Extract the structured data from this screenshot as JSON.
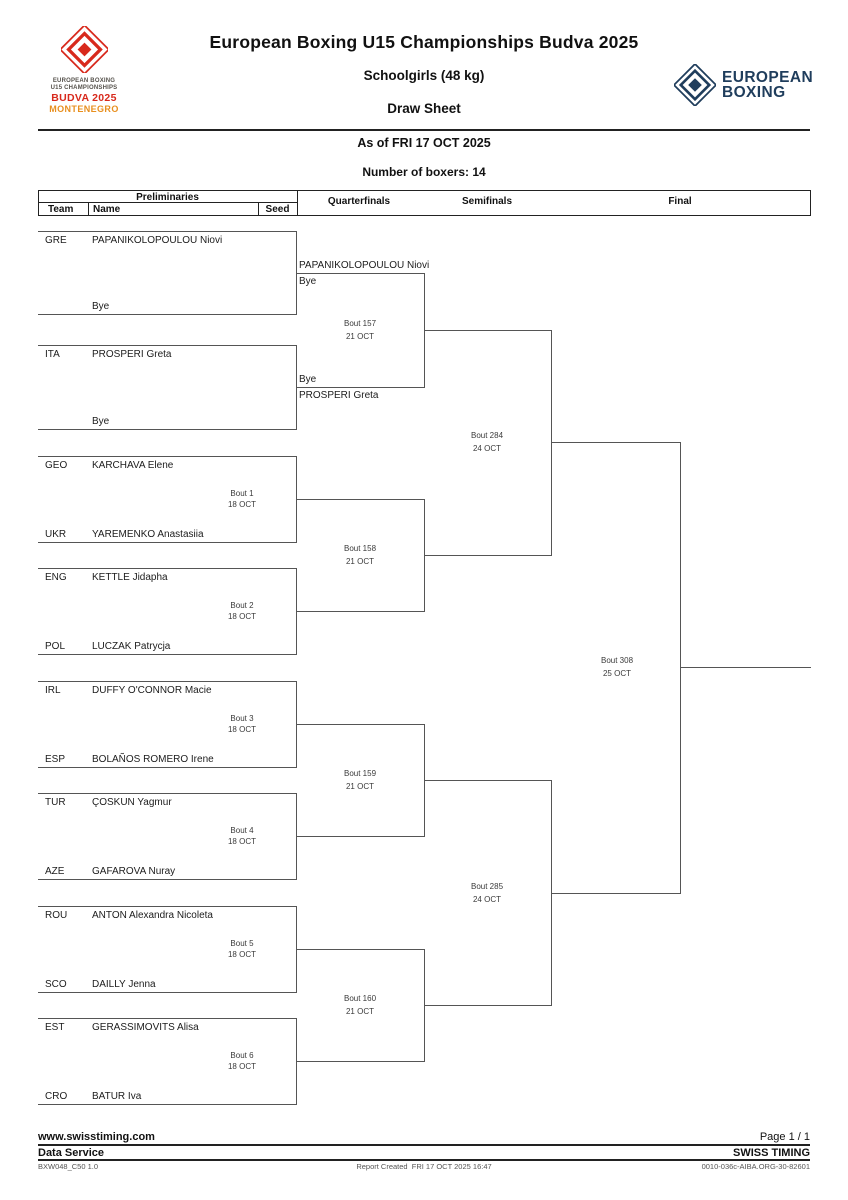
{
  "header": {
    "title": "European Boxing U15 Championships Budva 2025",
    "subtitle": "Schoolgirls (48 kg)",
    "sheet": "Draw Sheet",
    "as_of": "As of FRI 17 OCT 2025",
    "count": "Number of boxers: 14",
    "left_logo": {
      "lines": [
        "EUROPEAN BOXING",
        "U15 CHAMPIONSHIPS",
        "BUDVA 2025",
        "MONTENEGRO"
      ]
    },
    "right_logo": {
      "lines": [
        "EUROPEAN",
        "BOXING"
      ]
    }
  },
  "columns": {
    "preliminaries": "Preliminaries",
    "team": "Team",
    "name": "Name",
    "seed": "Seed",
    "quarterfinals": "Quarterfinals",
    "semifinals": "Semifinals",
    "final": "Final"
  },
  "bracket": {
    "prelim_pairs": [
      {
        "top_team": "GRE",
        "top_name": "PAPANIKOLOPOULOU Niovi",
        "bottom_team": "",
        "bottom_name": "Bye",
        "bout": "",
        "date": ""
      },
      {
        "top_team": "ITA",
        "top_name": "PROSPERI Greta",
        "bottom_team": "",
        "bottom_name": "Bye",
        "bout": "",
        "date": ""
      },
      {
        "top_team": "GEO",
        "top_name": "KARCHAVA Elene",
        "bottom_team": "UKR",
        "bottom_name": "YAREMENKO Anastasiia",
        "bout": "Bout 1",
        "date": "18 OCT"
      },
      {
        "top_team": "ENG",
        "top_name": "KETTLE Jidapha",
        "bottom_team": "POL",
        "bottom_name": "LUCZAK Patrycja",
        "bout": "Bout 2",
        "date": "18 OCT"
      },
      {
        "top_team": "IRL",
        "top_name": "DUFFY O'CONNOR Macie",
        "bottom_team": "ESP",
        "bottom_name": "BOLAÑOS ROMERO Irene",
        "bout": "Bout 3",
        "date": "18 OCT"
      },
      {
        "top_team": "TUR",
        "top_name": "ÇOSKUN Yagmur",
        "bottom_team": "AZE",
        "bottom_name": "GAFAROVA Nuray",
        "bout": "Bout 4",
        "date": "18 OCT"
      },
      {
        "top_team": "ROU",
        "top_name": "ANTON Alexandra Nicoleta",
        "bottom_team": "SCO",
        "bottom_name": "DAILLY Jenna",
        "bout": "Bout 5",
        "date": "18 OCT"
      },
      {
        "top_team": "EST",
        "top_name": "GERASSIMOVITS Alisa",
        "bottom_team": "CRO",
        "bottom_name": "BATUR Iva",
        "bout": "Bout 6",
        "date": "18 OCT"
      }
    ],
    "qf_slots": [
      {
        "above": "PAPANIKOLOPOULOU Niovi",
        "below": "Bye"
      },
      {
        "above": "Bye",
        "below": "PROSPERI Greta"
      },
      {
        "above": "",
        "below": ""
      },
      {
        "above": "",
        "below": ""
      },
      {
        "above": "",
        "below": ""
      },
      {
        "above": "",
        "below": ""
      },
      {
        "above": "",
        "below": ""
      },
      {
        "above": "",
        "below": ""
      }
    ],
    "qf_bouts": [
      {
        "bout": "Bout 157",
        "date": "21 OCT"
      },
      {
        "bout": "Bout 158",
        "date": "21 OCT"
      },
      {
        "bout": "Bout 159",
        "date": "21 OCT"
      },
      {
        "bout": "Bout 160",
        "date": "21 OCT"
      }
    ],
    "sf_bouts": [
      {
        "bout": "Bout 284",
        "date": "24 OCT"
      },
      {
        "bout": "Bout 285",
        "date": "24 OCT"
      }
    ],
    "final_bout": {
      "bout": "Bout 308",
      "date": "25 OCT"
    }
  },
  "footer": {
    "website": "www.swisstiming.com",
    "page": "Page 1 / 1",
    "service": "Data Service",
    "brand": "SWISS TIMING",
    "doc_code": "BXW048_C50 1.0",
    "report_created": "Report Created  FRI 17 OCT 2025 16:47",
    "right_code": "0010-036c-AIBA.ORG-30-82601"
  },
  "colors": {
    "logo_red": "#d8291c",
    "logo_orange": "#e88f1e",
    "logo_navy": "#1f3d5c",
    "bracket_line": "#555555",
    "rule_line": "#222222"
  }
}
